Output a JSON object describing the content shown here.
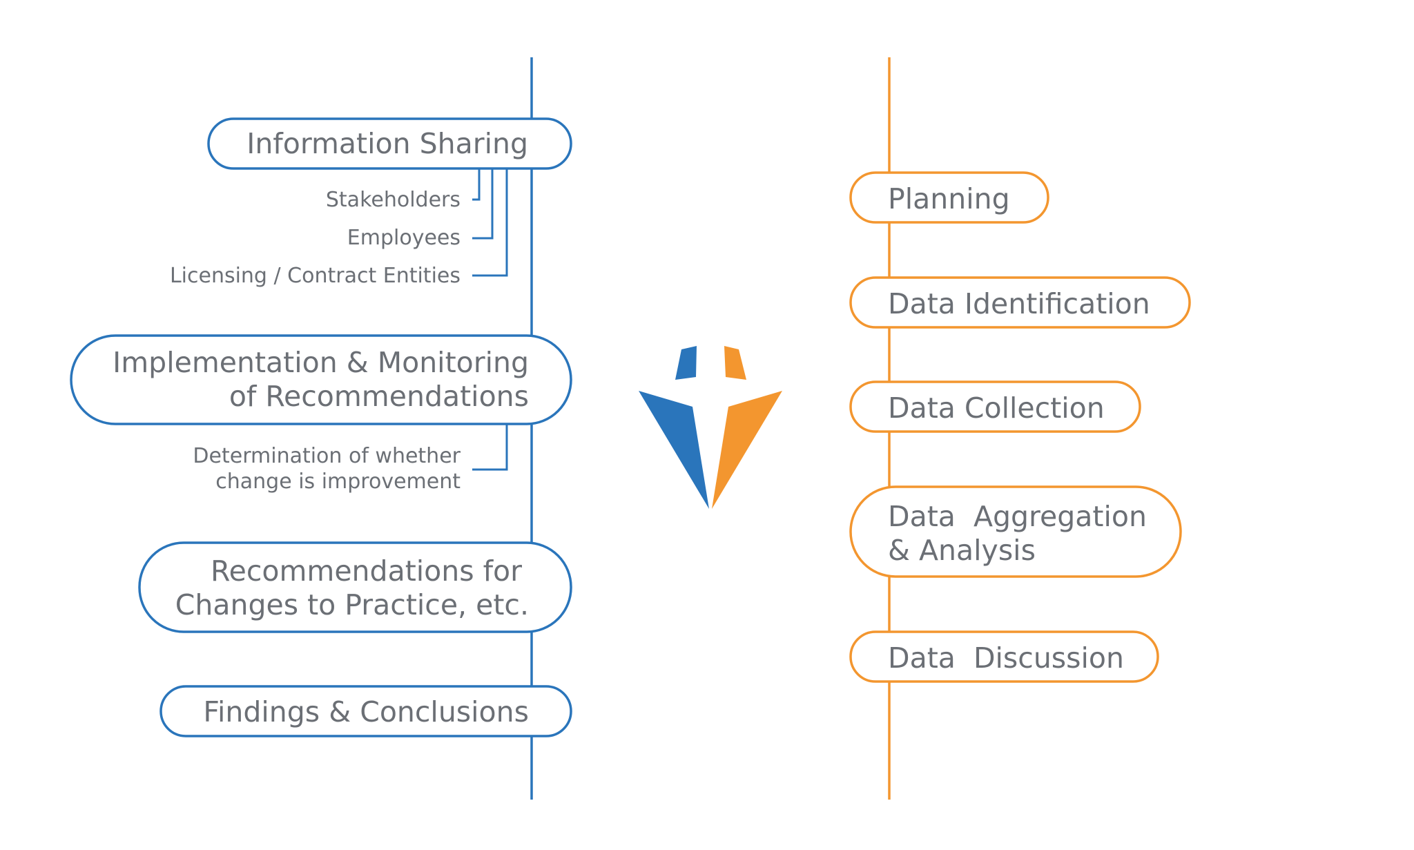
{
  "colors": {
    "blue": "#2a75bb",
    "orange": "#f3962f",
    "text": "#6b6f75"
  },
  "left": {
    "information_sharing": {
      "label": "Information Sharing",
      "subitems": [
        "Stakeholders",
        "Employees",
        "Licensing / Contract Entities"
      ]
    },
    "implementation": {
      "line1": "Implementation & Monitoring",
      "line2": "of Recommendations",
      "subitem_line1": "Determination of whether",
      "subitem_line2": "change is improvement"
    },
    "recommendations": {
      "line1": "Recommendations for",
      "line2": "Changes to Practice, etc."
    },
    "findings": {
      "label": "Findings & Conclusions"
    }
  },
  "right": {
    "planning": "Planning",
    "data_identification": "Data Identification",
    "data_collection": "Data Collection",
    "data_aggregation_line1": "Data  Aggregation",
    "data_aggregation_line2": "& Analysis",
    "data_discussion": "Data  Discussion"
  },
  "logo": {
    "icon": "shield-cross-logo-icon"
  }
}
